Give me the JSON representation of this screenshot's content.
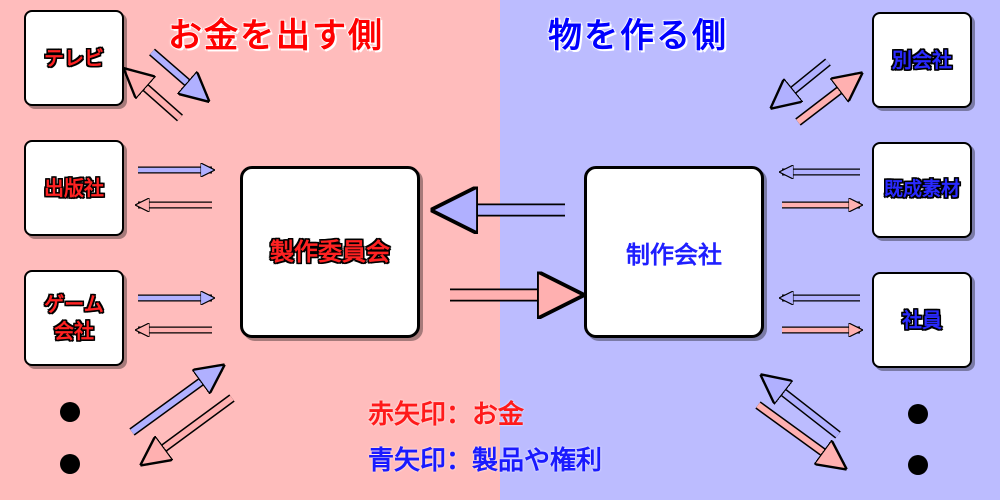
{
  "titles": {
    "money_side": "お金を出す側",
    "maker_side": "物を作る側"
  },
  "left_boxes": {
    "tv": "テレビ",
    "publisher": "出版社",
    "game_line1": "ゲーム",
    "game_line2": "会社"
  },
  "center": {
    "committee": "製作委員会",
    "studio": "制作会社"
  },
  "right_boxes": {
    "other_company": "別会社",
    "existing_material": "既成素材",
    "staff": "社員"
  },
  "legend": {
    "red_arrow": "赤矢印：お金",
    "blue_arrow": "青矢印：製品や権利"
  },
  "colors": {
    "money": "#ffb0b0",
    "product": "#b0b0ff",
    "left_bg": "#ffbcbc",
    "right_bg": "#bcbcff",
    "red_text": "#ff0000",
    "blue_text": "#0000ff"
  }
}
